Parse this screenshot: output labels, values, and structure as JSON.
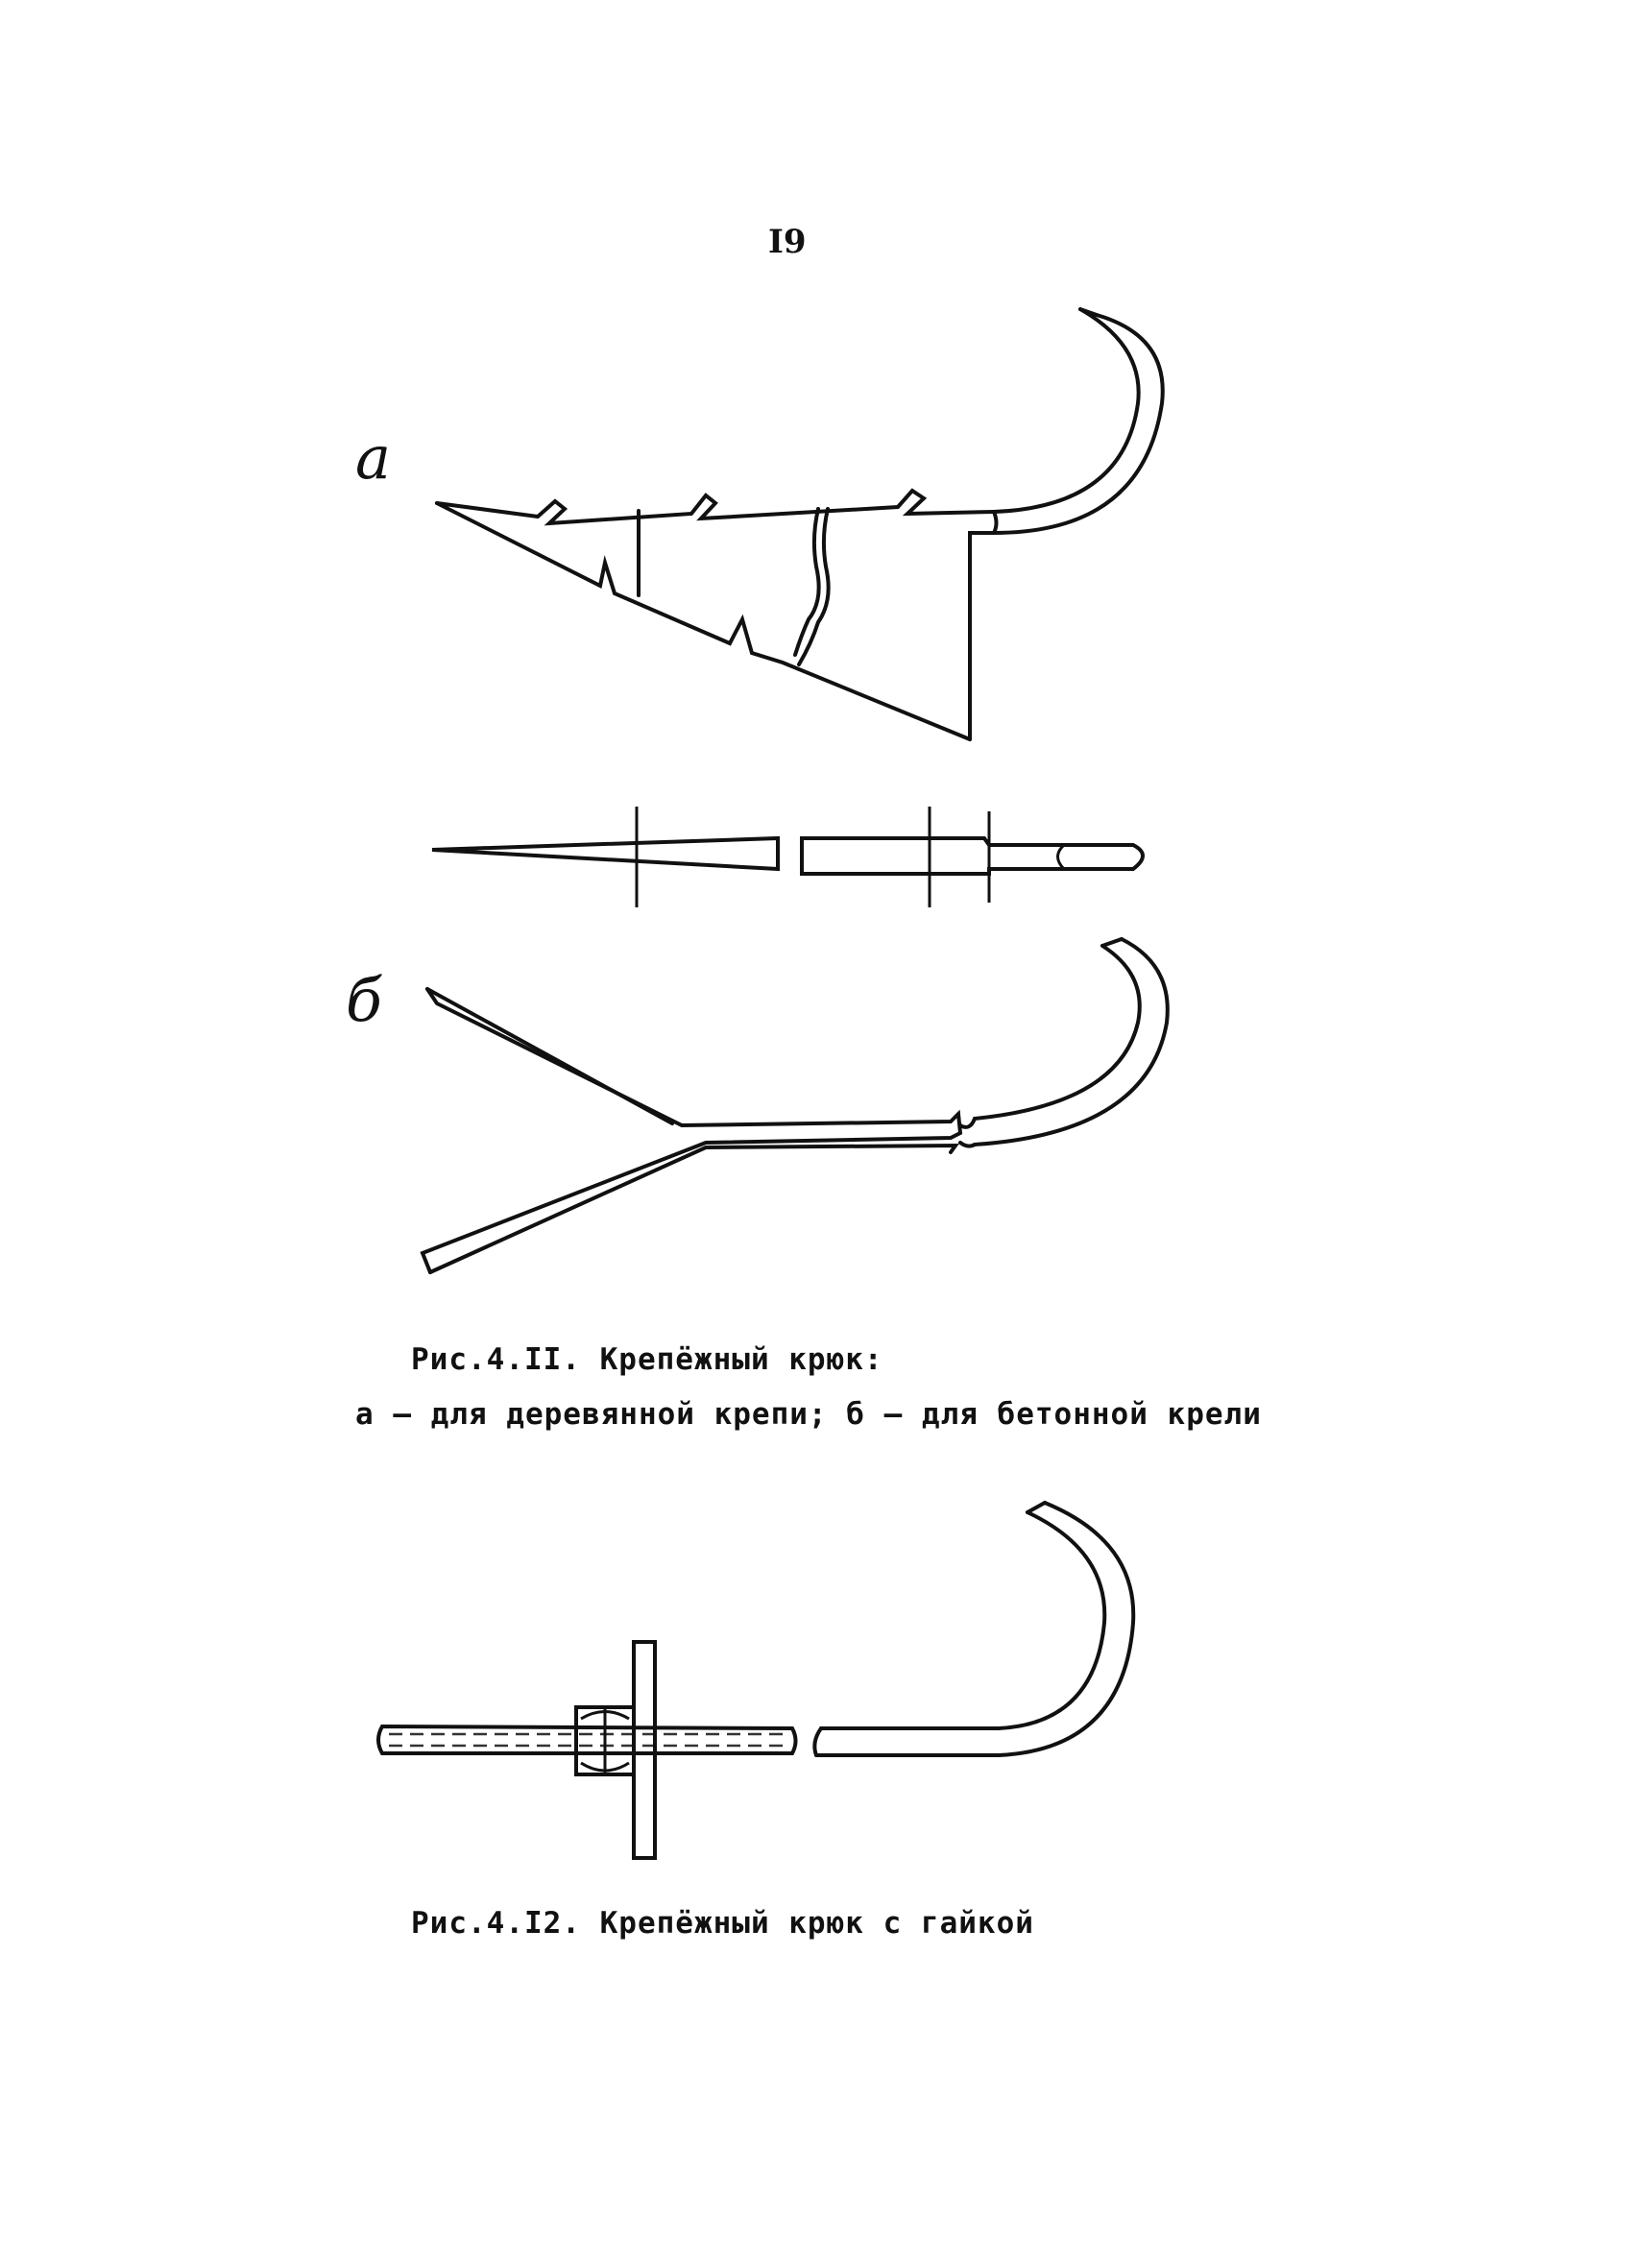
{
  "page": {
    "number": "I9"
  },
  "figure_4_11": {
    "label_a": "а",
    "label_b": "б",
    "caption_line1": "Рис.4.II. Крепёжный крюк:",
    "caption_line2": "а – для деревянной крепи; б – для бетонной крели"
  },
  "figure_4_12": {
    "caption": "Рис.4.I2. Крепёжный крюк с гайкой"
  }
}
